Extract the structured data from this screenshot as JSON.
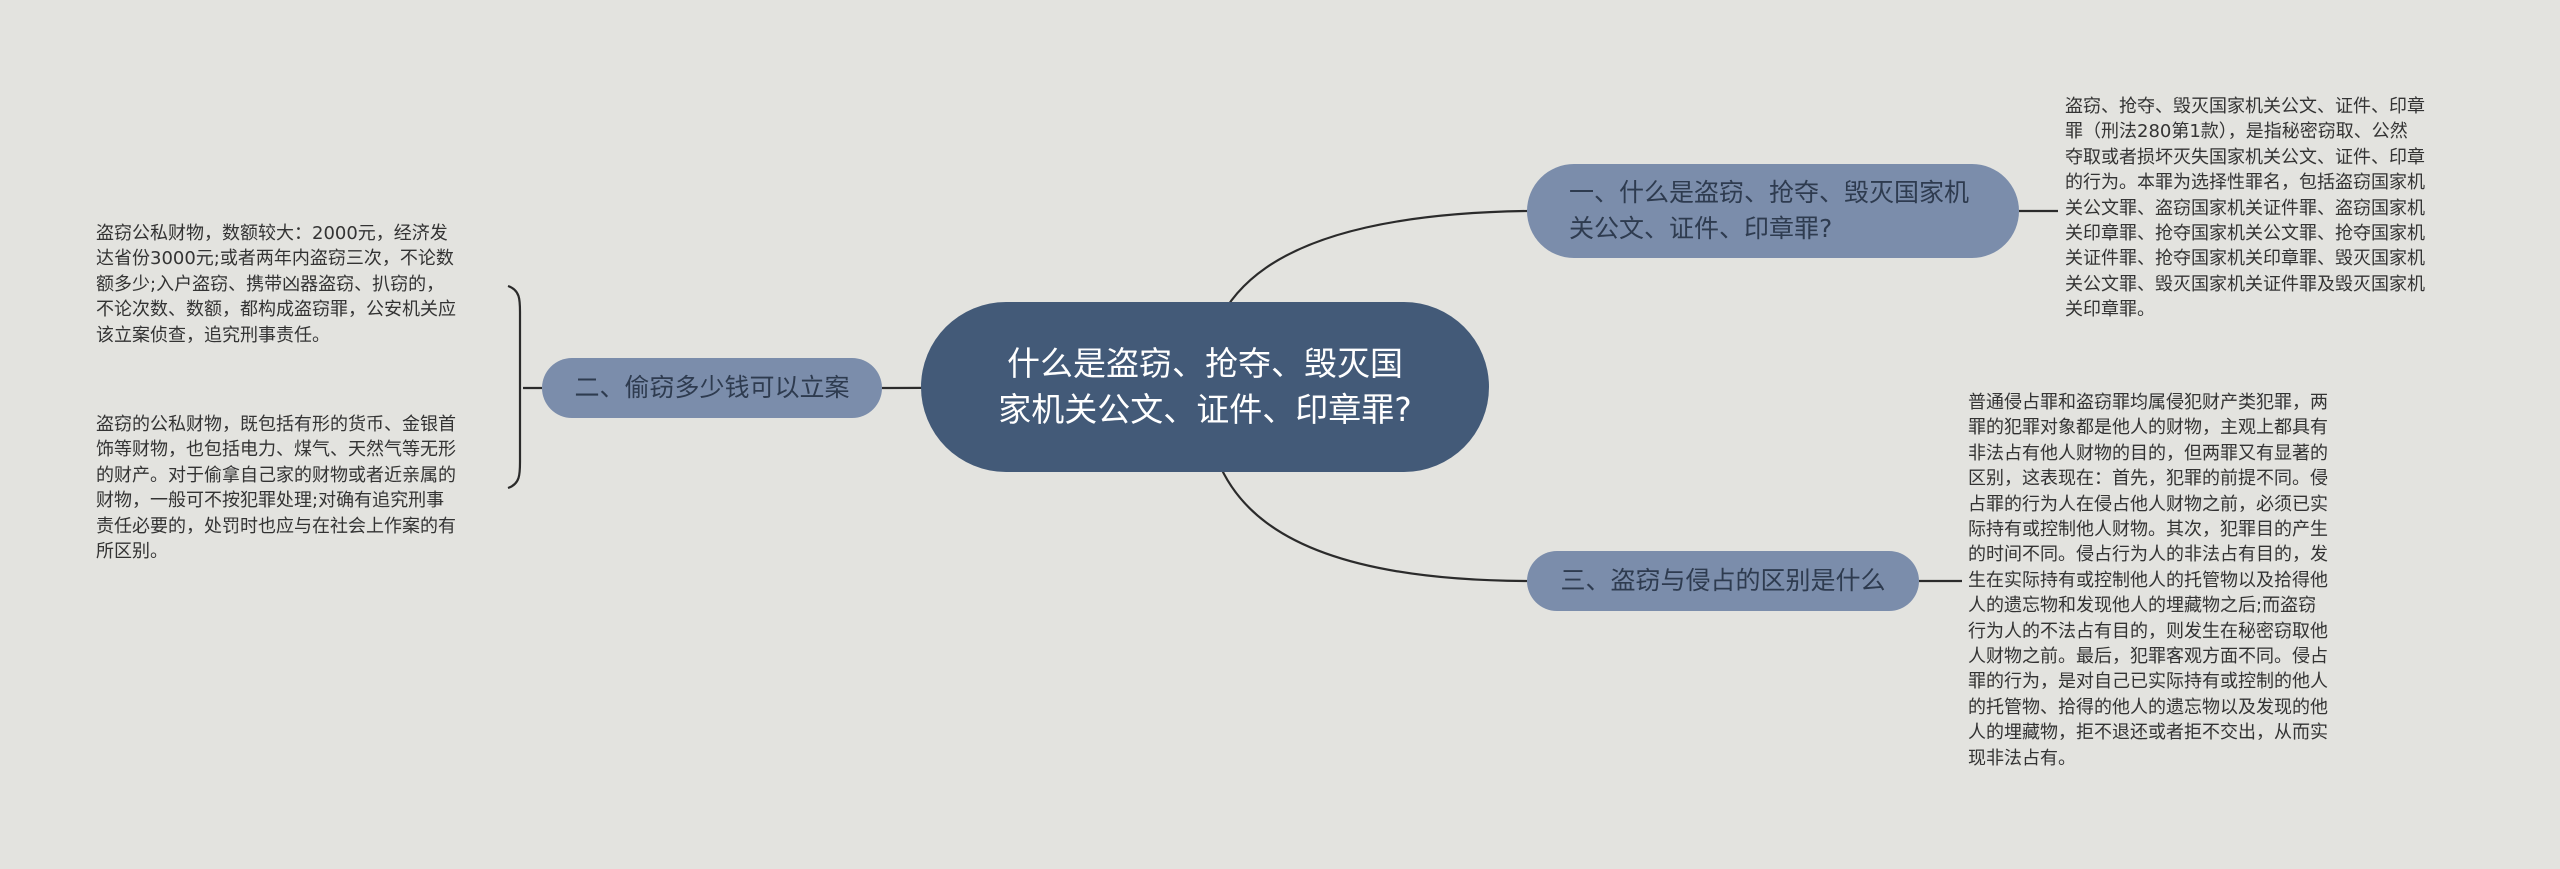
{
  "root": {
    "label": "什么是盗窃、抢夺、毁灭国家机关公文、证件、印章罪?"
  },
  "branches": [
    {
      "label": "一、什么是盗窃、抢夺、毁灭国家机关公文、证件、印章罪?",
      "details": [
        {
          "lines": [
            "盗窃、抢夺、毁灭国家机关公文、证件、印章",
            "罪（刑法280第1款），是指秘密窃取、公然",
            "夺取或者损坏灭失国家机关公文、证件、印章",
            "的行为。本罪为选择性罪名，包括盗窃国家机",
            "关公文罪、盗窃国家机关证件罪、盗窃国家机",
            "关印章罪、抢夺国家机关公文罪、抢夺国家机",
            "关证件罪、抢夺国家机关印章罪、毁灭国家机",
            "关公文罪、毁灭国家机关证件罪及毁灭国家机",
            "关印章罪。"
          ]
        }
      ]
    },
    {
      "label": "二、偷窃多少钱可以立案",
      "details": [
        {
          "lines": [
            "盗窃公私财物，数额较大：2000元，经济发",
            "达省份3000元;或者两年内盗窃三次，不论数",
            "额多少;入户盗窃、携带凶器盗窃、扒窃的，",
            "不论次数、数额，都构成盗窃罪，公安机关应",
            "该立案侦查，追究刑事责任。"
          ]
        },
        {
          "lines": [
            "盗窃的公私财物，既包括有形的货币、金银首",
            "饰等财物，也包括电力、煤气、天然气等无形",
            "的财产。对于偷拿自己家的财物或者近亲属的",
            "财物，一般可不按犯罪处理;对确有追究刑事",
            "责任必要的，处罚时也应与在社会上作案的有",
            "所区别。"
          ]
        }
      ]
    },
    {
      "label": "三、盗窃与侵占的区别是什么",
      "details": [
        {
          "lines": [
            "普通侵占罪和盗窃罪均属侵犯财产类犯罪，两",
            "罪的犯罪对象都是他人的财物，主观上都具有",
            "非法占有他人财物的目的，但两罪又有显著的",
            "区别，这表现在：首先，犯罪的前提不同。侵",
            "占罪的行为人在侵占他人财物之前，必须已实",
            "际持有或控制他人财物。其次，犯罪目的产生",
            "的时间不同。侵占行为人的非法占有目的，发",
            "生在实际持有或控制他人的托管物以及拾得他",
            "人的遗忘物和发现他人的埋藏物之后;而盗窃",
            "行为人的不法占有目的，则发生在秘密窃取他",
            "人财物之前。最后，犯罪客观方面不同。侵占",
            "罪的行为，是对自己已实际持有或控制的他人",
            "的托管物、拾得的他人的遗忘物以及发现的他",
            "人的埋藏物，拒不退还或者拒不交出，从而实",
            "现非法占有。"
          ]
        }
      ]
    }
  ],
  "colors": {
    "background": "#e3e3df",
    "root_fill": "#435a78",
    "branch_fill": "#7b8dab",
    "edge": "#2b2b2b"
  }
}
